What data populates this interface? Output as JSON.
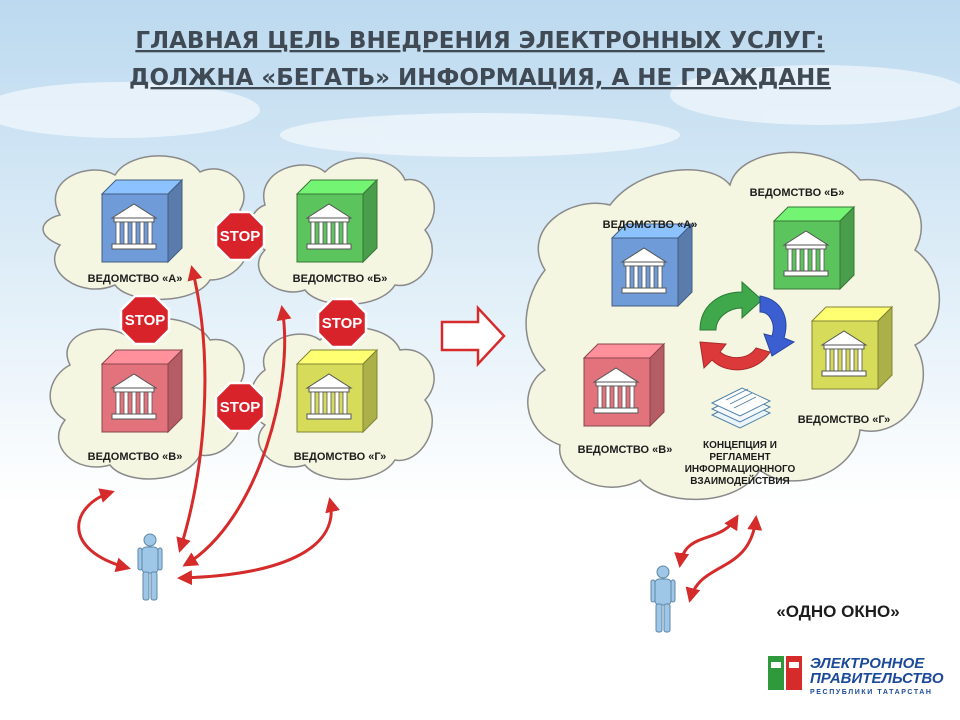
{
  "title": {
    "line1": "ГЛАВНАЯ ЦЕЛЬ ВНЕДРЕНИЯ ЭЛЕКТРОННЫХ УСЛУГ:",
    "line2": "ДОЛЖНА «БЕГАТЬ» ИНФОРМАЦИЯ, А НЕ ГРАЖДАНЕ"
  },
  "left": {
    "agencies": [
      {
        "label": "ВЕДОМСТВО «А»",
        "color": "#6f9bd8"
      },
      {
        "label": "ВЕДОМСТВО «Б»",
        "color": "#5cc45c"
      },
      {
        "label": "ВЕДОМСТВО «В»",
        "color": "#e2737d"
      },
      {
        "label": "ВЕДОМСТВО «Г»",
        "color": "#d6dc5a"
      }
    ],
    "stop_text": "STOP"
  },
  "right": {
    "agencies": [
      {
        "label": "ВЕДОМСТВО «А»",
        "color": "#6f9bd8"
      },
      {
        "label": "ВЕДОМСТВО «Б»",
        "color": "#5cc45c"
      },
      {
        "label": "ВЕДОМСТВО «В»",
        "color": "#e2737d"
      },
      {
        "label": "ВЕДОМСТВО «Г»",
        "color": "#d6dc5a"
      }
    ],
    "regulation_lines": [
      "КОНЦЕПЦИЯ И",
      "РЕГЛАМЕНТ",
      "ИНФОРМАЦИОННОГО",
      "ВЗАИМОДЕЙСТВИЯ"
    ]
  },
  "one_window": "«ОДНО ОКНО»",
  "logo": {
    "line1": "ЭЛЕКТРОННОЕ",
    "line2": "ПРАВИТЕЛЬСТВО",
    "line3": "РЕСПУБЛИКИ ТАТАРСТАН"
  },
  "colors": {
    "cloud_fill": "#f4f6e1",
    "cloud_stroke": "#8a8a8a",
    "arrow_red": "#d62b2b",
    "stop_red": "#d9232a",
    "title": "#3f4a55",
    "person": "#9ec6e6"
  }
}
